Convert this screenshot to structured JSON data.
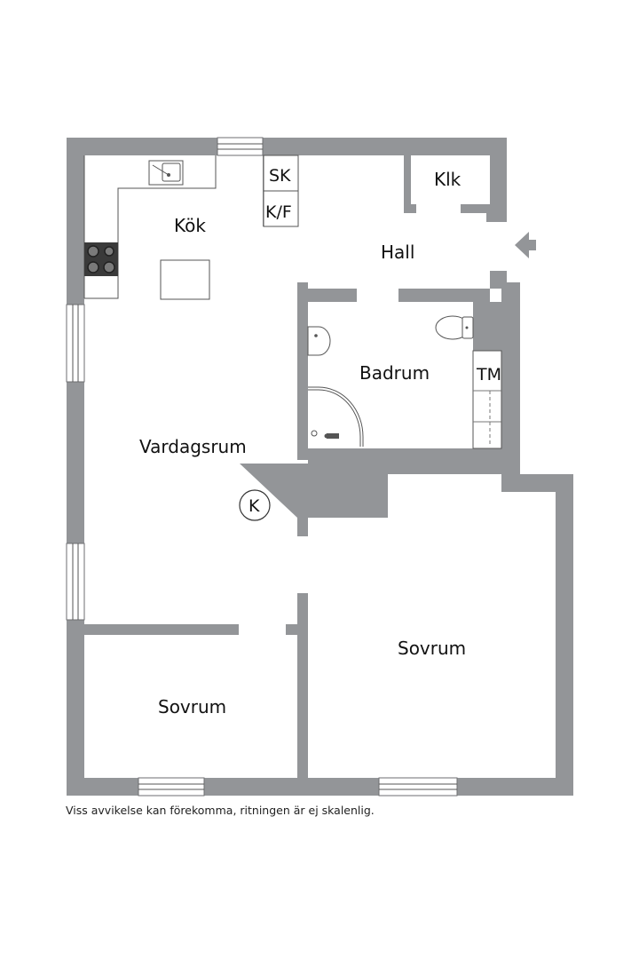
{
  "rooms": {
    "kitchen": "Kök",
    "hall": "Hall",
    "living": "Vardagsrum",
    "bathroom": "Badrum",
    "bedroom_small": "Sovrum",
    "bedroom_large": "Sovrum"
  },
  "labels": {
    "sk": "SK",
    "kf": "K/F",
    "klk": "Klk",
    "tm": "TM",
    "k": "K"
  },
  "disclaimer": "Viss avvikelse kan förekomma, ritningen är ej skalenlig.",
  "colors": {
    "wall": "#939598",
    "background": "#ffffff"
  }
}
